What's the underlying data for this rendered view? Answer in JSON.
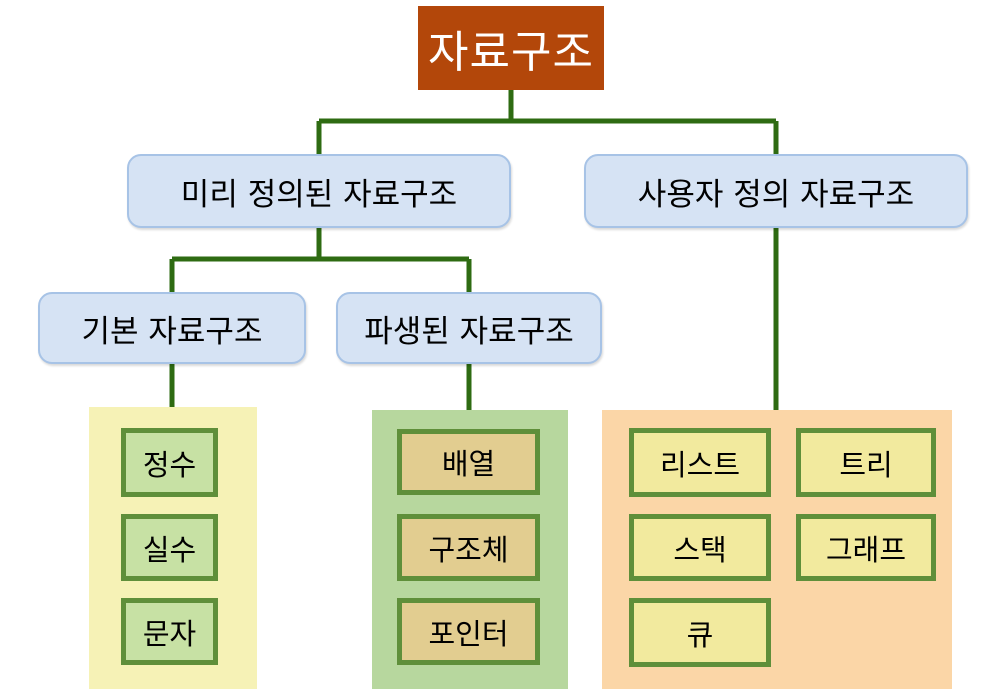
{
  "colors": {
    "root": "#b3470a",
    "category_fill": "#d6e3f4",
    "category_border": "#a7c3e6",
    "connector": "#2e6b12",
    "panel_basic": "#f6f2b6",
    "panel_derived": "#b7d79e",
    "panel_user": "#fbd6a7",
    "item_border": "#5f8f3a"
  },
  "root": {
    "label": "자료구조"
  },
  "categories": {
    "predefined": "미리 정의된 자료구조",
    "user_defined": "사용자 정의 자료구조",
    "basic": "기본 자료구조",
    "derived": "파생된 자료구조"
  },
  "basic_items": [
    "정수",
    "실수",
    "문자"
  ],
  "derived_items": [
    "배열",
    "구조체",
    "포인터"
  ],
  "user_items": [
    "리스트",
    "트리",
    "스택",
    "그래프",
    "큐"
  ]
}
